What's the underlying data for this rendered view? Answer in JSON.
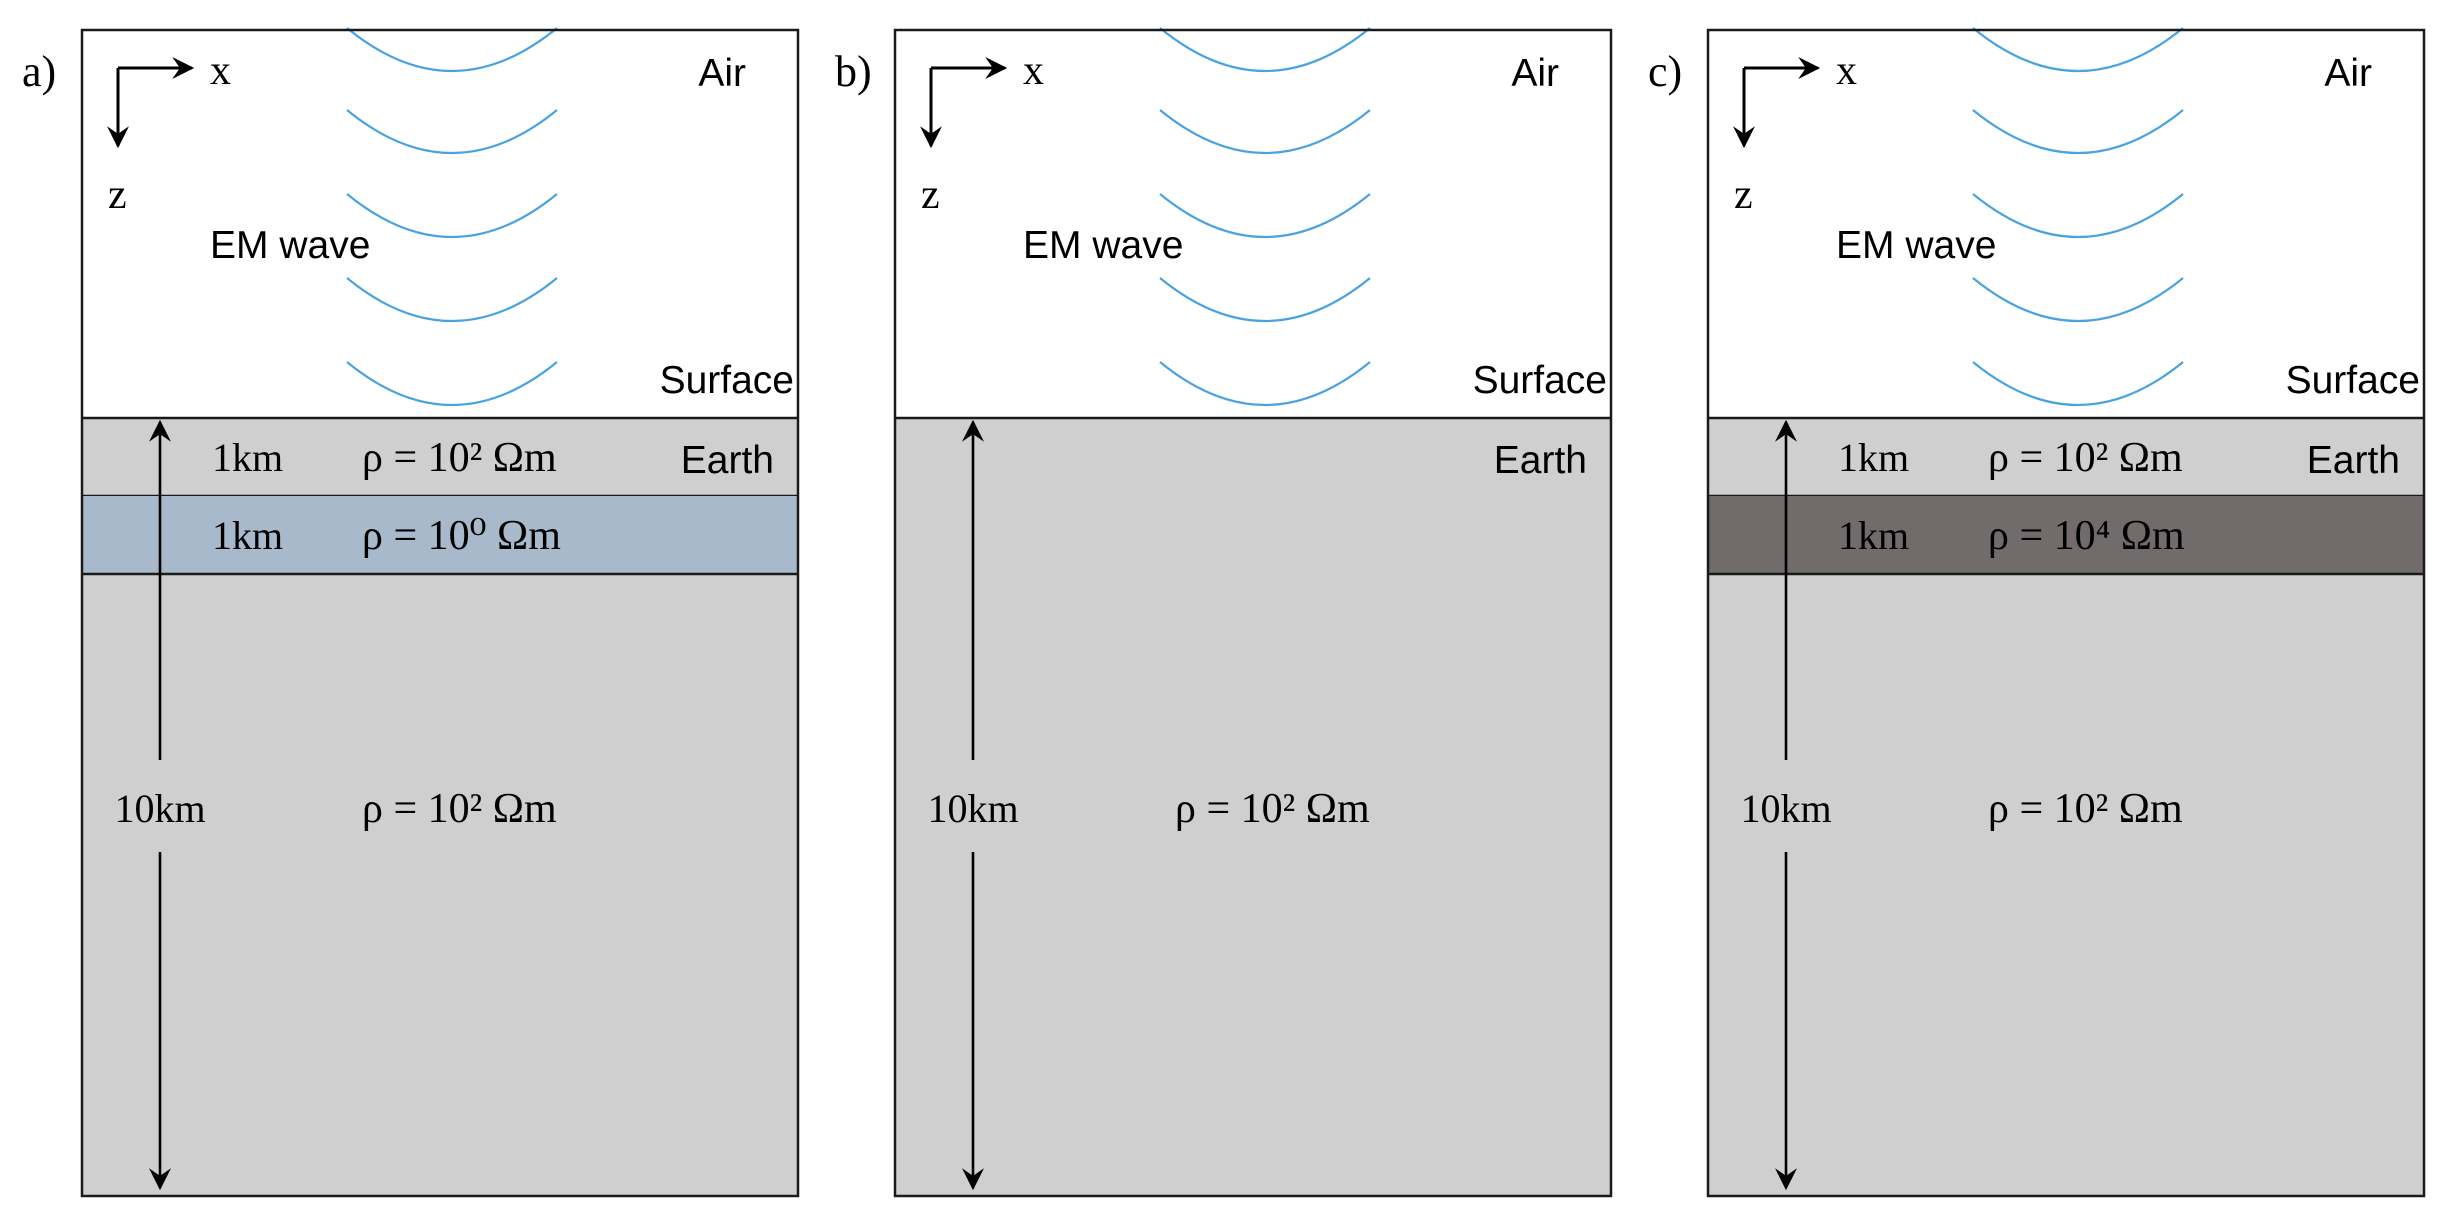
{
  "colors": {
    "air": "#ffffff",
    "earth": "#d0cfcf",
    "conductive_layer": "#a7b9cb",
    "resistive_layer": "#716b6b",
    "wave": "#4aa3df"
  },
  "panels": [
    {
      "tag": "a)",
      "axis_x": "x",
      "axis_z": "z",
      "wave_label": "EM wave",
      "air_label": "Air",
      "surface_label": "Surface",
      "earth_label": "Earth",
      "depth_label": "10km",
      "background_rho": "ρ = 10² Ωm",
      "layers": [
        {
          "thickness": "1km",
          "rho": "ρ = 10² Ωm",
          "color": "earth"
        },
        {
          "thickness": "1km",
          "rho": "ρ = 10⁰ Ωm",
          "color": "conductive_layer"
        }
      ]
    },
    {
      "tag": "b)",
      "axis_x": "x",
      "axis_z": "z",
      "wave_label": "EM wave",
      "air_label": "Air",
      "surface_label": "Surface",
      "earth_label": "Earth",
      "depth_label": "10km",
      "background_rho": "ρ = 10² Ωm",
      "layers": []
    },
    {
      "tag": "c)",
      "axis_x": "x",
      "axis_z": "z",
      "wave_label": "EM wave",
      "air_label": "Air",
      "surface_label": "Surface",
      "earth_label": "Earth",
      "depth_label": "10km",
      "background_rho": "ρ = 10² Ωm",
      "layers": [
        {
          "thickness": "1km",
          "rho": "ρ = 10² Ωm",
          "color": "earth"
        },
        {
          "thickness": "1km",
          "rho": "ρ = 10⁴ Ωm",
          "color": "resistive_layer"
        }
      ]
    }
  ]
}
